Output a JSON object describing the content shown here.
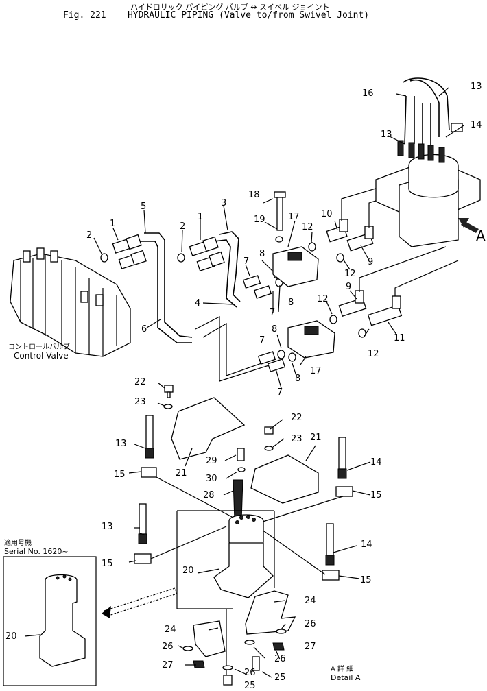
{
  "header": {
    "title_jp": "ハイドロリック パイピング バルブ ↔ スイベル ジョイント",
    "fig_label": "Fig. 221",
    "title_en": "HYDRAULIC PIPING (Valve to/from Swivel Joint)"
  },
  "annotations": {
    "control_valve_jp": "コントロールバルブ",
    "control_valve_en": "Control Valve",
    "serial_jp": "適用号機",
    "serial_en": "Serial No. 1620~",
    "detail_jp": "A 詳 細",
    "detail_en": "Detail A",
    "view_arrow": "A"
  },
  "callouts": {
    "c1": "1",
    "c2": "2",
    "c3": "3",
    "c4": "4",
    "c5": "5",
    "c6": "6",
    "c7": "7",
    "c8": "8",
    "c9": "9",
    "c10": "10",
    "c11": "11",
    "c12": "12",
    "c13": "13",
    "c14": "14",
    "c15": "15",
    "c16": "16",
    "c17": "17",
    "c18": "18",
    "c19": "19",
    "c20": "20",
    "c21": "21",
    "c22": "22",
    "c23": "23",
    "c24": "24",
    "c25": "25",
    "c26": "26",
    "c27": "27",
    "c28": "28",
    "c29": "29",
    "c30": "30"
  }
}
